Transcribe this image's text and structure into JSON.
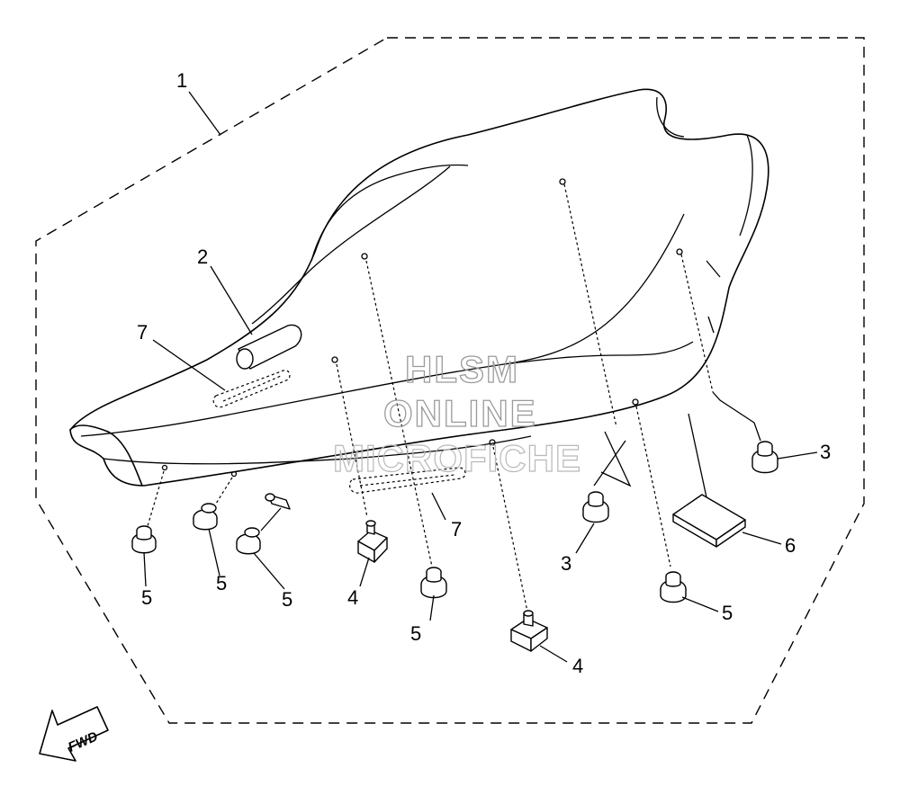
{
  "callouts": [
    {
      "id": "c1",
      "label": "1"
    },
    {
      "id": "c2",
      "label": "2"
    },
    {
      "id": "c7a",
      "label": "7"
    },
    {
      "id": "c7b",
      "label": "7"
    },
    {
      "id": "c3a",
      "label": "3"
    },
    {
      "id": "c3b",
      "label": "3"
    },
    {
      "id": "c6",
      "label": "6"
    },
    {
      "id": "c5a",
      "label": "5"
    },
    {
      "id": "c5b",
      "label": "5"
    },
    {
      "id": "c5c",
      "label": "5"
    },
    {
      "id": "c5d",
      "label": "5"
    },
    {
      "id": "c5e",
      "label": "5"
    },
    {
      "id": "c4a",
      "label": "4"
    },
    {
      "id": "c4b",
      "label": "4"
    }
  ],
  "watermark": {
    "line1": "HLSM",
    "line2": "ONLINE",
    "line3": "MICROFICHE"
  },
  "direction_arrow": {
    "label": "FWD"
  }
}
